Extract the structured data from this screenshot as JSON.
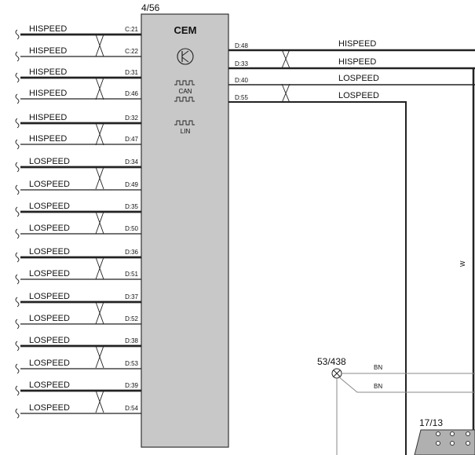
{
  "module": {
    "id": "4/56",
    "name": "CEM",
    "can_label": "CAN",
    "lin_label": "LIN"
  },
  "left_wires": [
    {
      "label": "HISPEED",
      "pin": "C:21"
    },
    {
      "label": "HISPEED",
      "pin": "C:22"
    },
    {
      "label": "HISPEED",
      "pin": "D:31"
    },
    {
      "label": "HISPEED",
      "pin": "D:46"
    },
    {
      "label": "HISPEED",
      "pin": "D:32"
    },
    {
      "label": "HISPEED",
      "pin": "D:47"
    },
    {
      "label": "LOSPEED",
      "pin": "D:34"
    },
    {
      "label": "LOSPEED",
      "pin": "D:49"
    },
    {
      "label": "LOSPEED",
      "pin": "D:35"
    },
    {
      "label": "LOSPEED",
      "pin": "D:50"
    },
    {
      "label": "LOSPEED",
      "pin": "D:36"
    },
    {
      "label": "LOSPEED",
      "pin": "D:51"
    },
    {
      "label": "LOSPEED",
      "pin": "D:37"
    },
    {
      "label": "LOSPEED",
      "pin": "D:52"
    },
    {
      "label": "LOSPEED",
      "pin": "D:38"
    },
    {
      "label": "LOSPEED",
      "pin": "D:53"
    },
    {
      "label": "LOSPEED",
      "pin": "D:39"
    },
    {
      "label": "LOSPEED",
      "pin": "D:54"
    }
  ],
  "right_wires": [
    {
      "label": "HISPEED",
      "pin": "D:48"
    },
    {
      "label": "HISPEED",
      "pin": "D:33"
    },
    {
      "label": "LOSPEED",
      "pin": "D:40"
    },
    {
      "label": "LOSPEED",
      "pin": "D:55"
    }
  ],
  "w_label": "W",
  "ground": {
    "id": "53/438",
    "wires": [
      "BN",
      "BN"
    ]
  },
  "connector": {
    "id": "17/13"
  },
  "colors": {
    "module_fill": "#c8c8c8",
    "wire": "#222222",
    "thin_wire": "#888888"
  }
}
